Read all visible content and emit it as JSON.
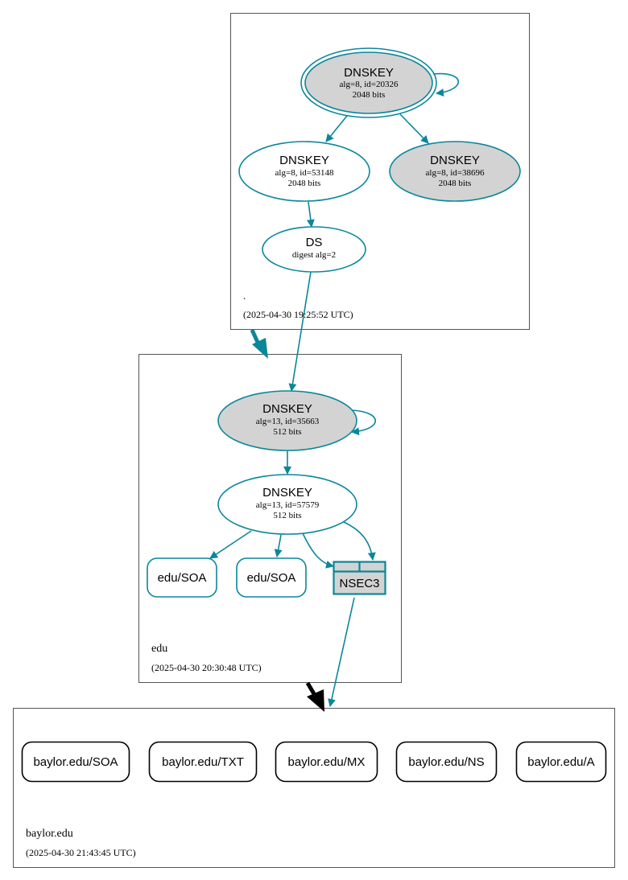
{
  "colors": {
    "edge": "#0a879a",
    "key_fill": "#d3d3d3",
    "zone_border": "#555555",
    "delegation": "#000000",
    "text": "#000000"
  },
  "zones": {
    "root": {
      "name": ".",
      "timestamp": "(2025-04-30 19:25:52 UTC)"
    },
    "edu": {
      "name": "edu",
      "timestamp": "(2025-04-30 20:30:48 UTC)"
    },
    "baylor": {
      "name": "baylor.edu",
      "timestamp": "(2025-04-30 21:43:45 UTC)"
    }
  },
  "nodes": {
    "root_ksk": {
      "type": "DNSKEY",
      "detail": "alg=8, id=20326",
      "size": "2048 bits"
    },
    "root_zsk": {
      "type": "DNSKEY",
      "detail": "alg=8, id=53148",
      "size": "2048 bits"
    },
    "root_key3": {
      "type": "DNSKEY",
      "detail": "alg=8, id=38696",
      "size": "2048 bits"
    },
    "edu_ds": {
      "type": "DS",
      "detail": "digest alg=2"
    },
    "edu_ksk": {
      "type": "DNSKEY",
      "detail": "alg=13, id=35663",
      "size": "512 bits"
    },
    "edu_zsk": {
      "type": "DNSKEY",
      "detail": "alg=13, id=57579",
      "size": "512 bits"
    },
    "edu_soa1": {
      "label": "edu/SOA"
    },
    "edu_soa2": {
      "label": "edu/SOA"
    },
    "edu_nsec3": {
      "label": "NSEC3"
    },
    "baylor_soa": {
      "label": "baylor.edu/SOA"
    },
    "baylor_txt": {
      "label": "baylor.edu/TXT"
    },
    "baylor_mx": {
      "label": "baylor.edu/MX"
    },
    "baylor_ns": {
      "label": "baylor.edu/NS"
    },
    "baylor_a": {
      "label": "baylor.edu/A"
    }
  }
}
